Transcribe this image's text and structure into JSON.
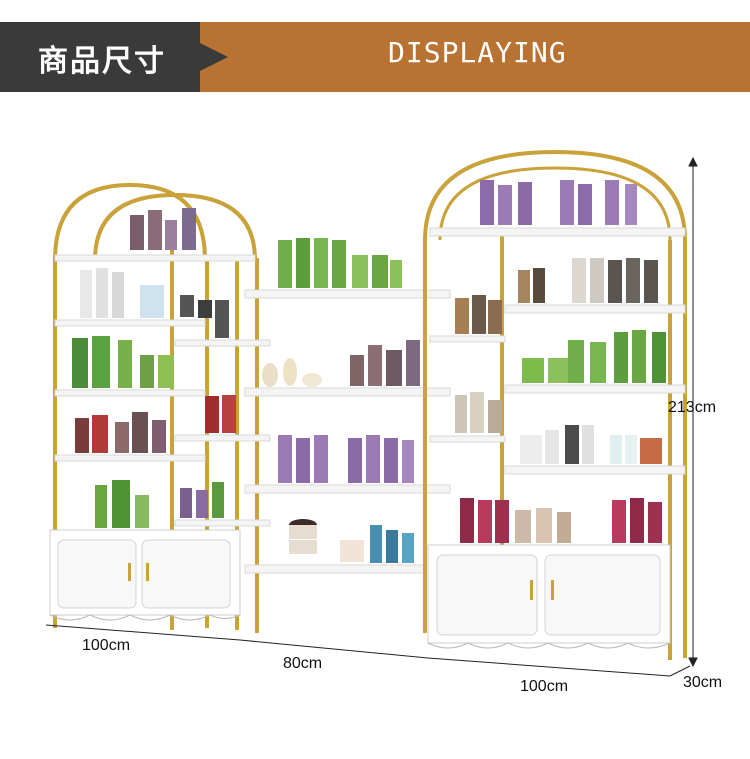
{
  "banner": {
    "title_cn": "商品尺寸",
    "title_en": "DISPLAYING"
  },
  "dimensions": {
    "left_width": "100cm",
    "middle_width": "80cm",
    "right_width": "100cm",
    "height": "213cm",
    "depth": "30cm"
  },
  "colors": {
    "banner_dark": "#3a3a3a",
    "banner_accent": "#b87333",
    "frame_gold": "#c9a23a",
    "shelf_white": "#f4f4f4"
  }
}
